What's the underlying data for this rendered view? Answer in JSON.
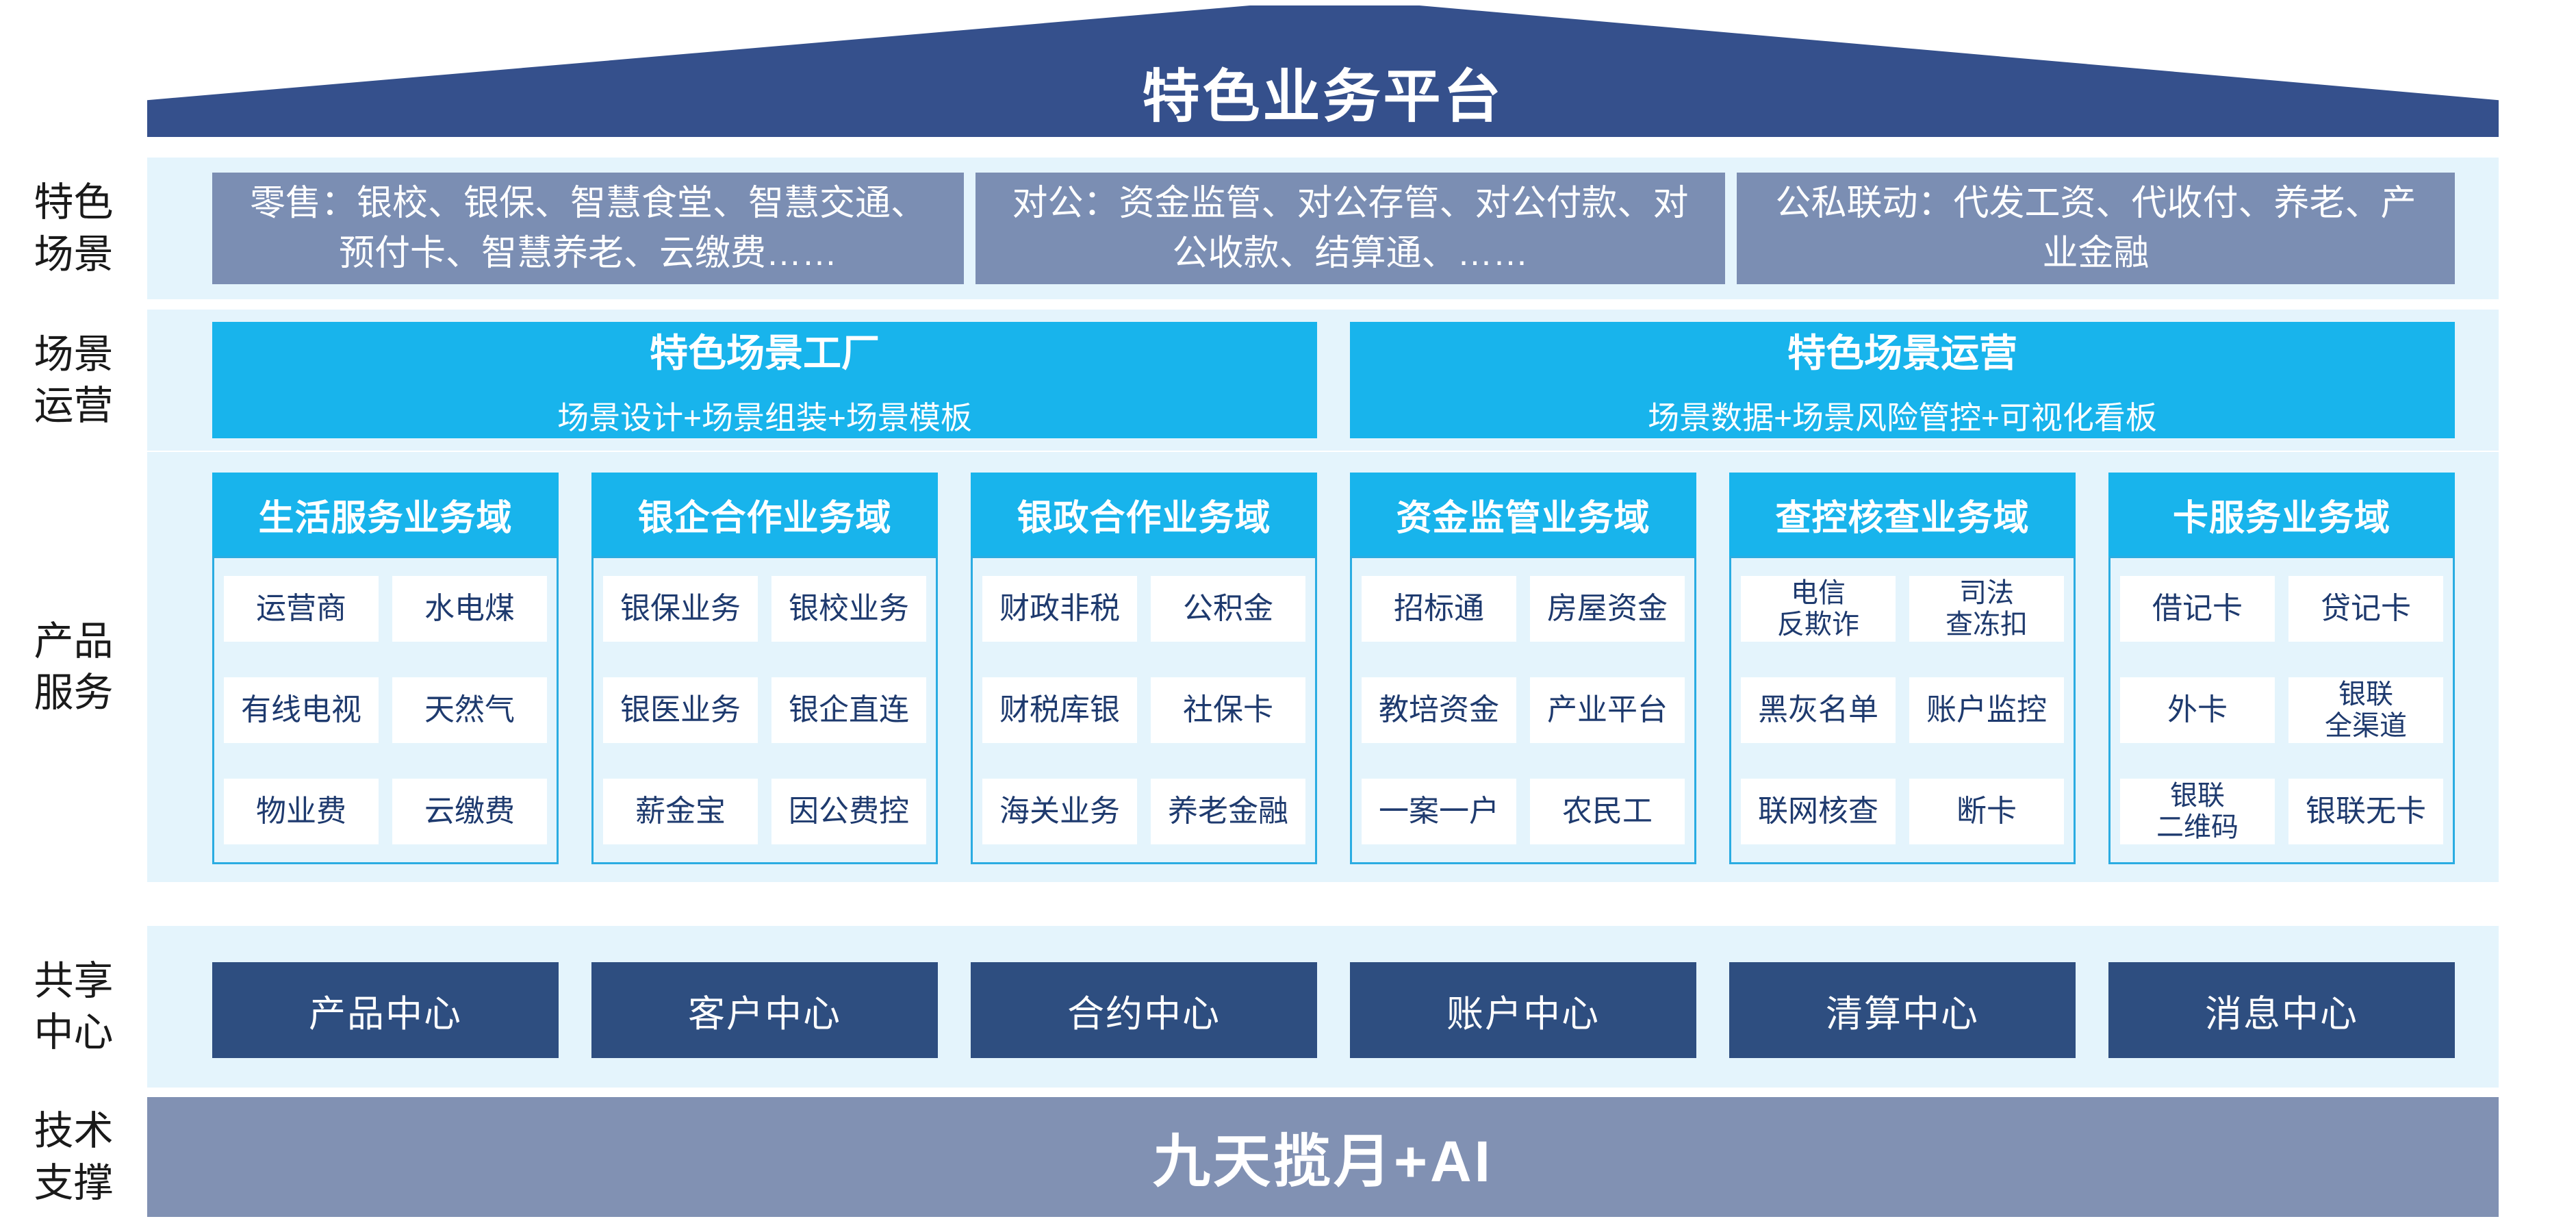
{
  "banner": {
    "title": "特色业务平台"
  },
  "rows": {
    "scene": {
      "label": "特色\n场景",
      "boxes": [
        "零售：银校、银保、智慧食堂、智慧交通、预付卡、智慧养老、云缴费……",
        "对公：资金监管、对公存管、对公付款、对公收款、结算通、……",
        "公私联动：代发工资、代收付、养老、产业金融"
      ]
    },
    "operation": {
      "label": "场景\n运营",
      "boxes": [
        {
          "title": "特色场景工厂",
          "subtitle": "场景设计+场景组装+场景模板"
        },
        {
          "title": "特色场景运营",
          "subtitle": "场景数据+场景风险管控+可视化看板"
        }
      ]
    },
    "product": {
      "label": "产品\n服务",
      "columns": [
        {
          "header": "生活服务业务域",
          "cells": [
            [
              "运营商",
              "水电煤"
            ],
            [
              "有线电视",
              "天然气"
            ],
            [
              "物业费",
              "云缴费"
            ]
          ]
        },
        {
          "header": "银企合作业务域",
          "cells": [
            [
              "银保业务",
              "银校业务"
            ],
            [
              "银医业务",
              "银企直连"
            ],
            [
              "薪金宝",
              "因公费控"
            ]
          ]
        },
        {
          "header": "银政合作业务域",
          "cells": [
            [
              "财政非税",
              "公积金"
            ],
            [
              "财税库银",
              "社保卡"
            ],
            [
              "海关业务",
              "养老金融"
            ]
          ]
        },
        {
          "header": "资金监管业务域",
          "cells": [
            [
              "招标通",
              "房屋资金"
            ],
            [
              "教培资金",
              "产业平台"
            ],
            [
              "一案一户",
              "农民工"
            ]
          ]
        },
        {
          "header": "查控核查业务域",
          "cells": [
            [
              "电信\n反欺诈",
              "司法\n查冻扣"
            ],
            [
              "黑灰名单",
              "账户监控"
            ],
            [
              "联网核查",
              "断卡"
            ]
          ]
        },
        {
          "header": "卡服务业务域",
          "cells": [
            [
              "借记卡",
              "贷记卡"
            ],
            [
              "外卡",
              "银联\n全渠道"
            ],
            [
              "银联\n二维码",
              "银联无卡"
            ]
          ]
        }
      ]
    },
    "shared": {
      "label": "共享\n中心",
      "boxes": [
        "产品中心",
        "客户中心",
        "合约中心",
        "账户中心",
        "清算中心",
        "消息中心"
      ]
    },
    "tech": {
      "label": "技术\n支撑",
      "bar": "九天揽月+AI"
    }
  },
  "colors": {
    "banner_navy": "#35508C",
    "scene_box_slate": "#7B8EB3",
    "accent_cyan": "#18B4EC",
    "panel_border_cyan": "#2AACE2",
    "band_light_blue": "#E4F4FC",
    "cell_text_navy": "#1E3A6E",
    "center_box_navy": "#2E4E80",
    "tech_bar_slate": "#8191B3"
  }
}
